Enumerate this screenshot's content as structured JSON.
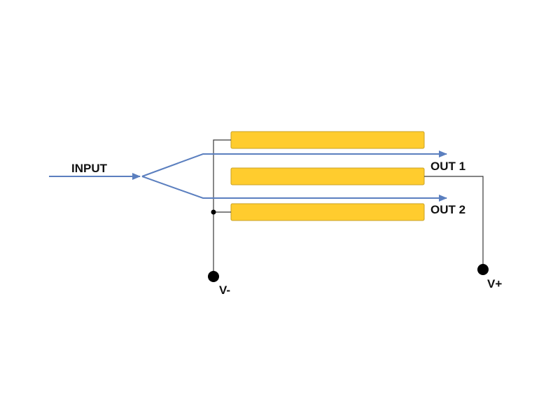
{
  "labels": {
    "input": "INPUT",
    "out1": "OUT 1",
    "out2": "OUT 2",
    "vminus": "V-",
    "vplus": "V+"
  },
  "colors": {
    "waveguide": "#5b7fbf",
    "electrode": "#ffcc2e",
    "wire": "#3a3a3a",
    "terminal": "#000000"
  }
}
